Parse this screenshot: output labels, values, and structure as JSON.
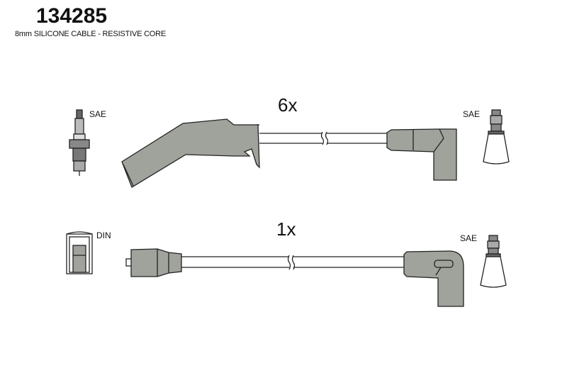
{
  "header": {
    "part_number": "134285",
    "description": "8mm SILICONE CABLE - RESISTIVE CORE"
  },
  "rows": [
    {
      "quantity": "6x",
      "left_terminal_label": "SAE",
      "right_terminal_label": "SAE"
    },
    {
      "quantity": "1x",
      "left_terminal_label": "DIN",
      "right_terminal_label": "SAE"
    }
  ],
  "colors": {
    "boot_fill": "#9fa39b",
    "outline": "#222222",
    "background": "#ffffff"
  }
}
